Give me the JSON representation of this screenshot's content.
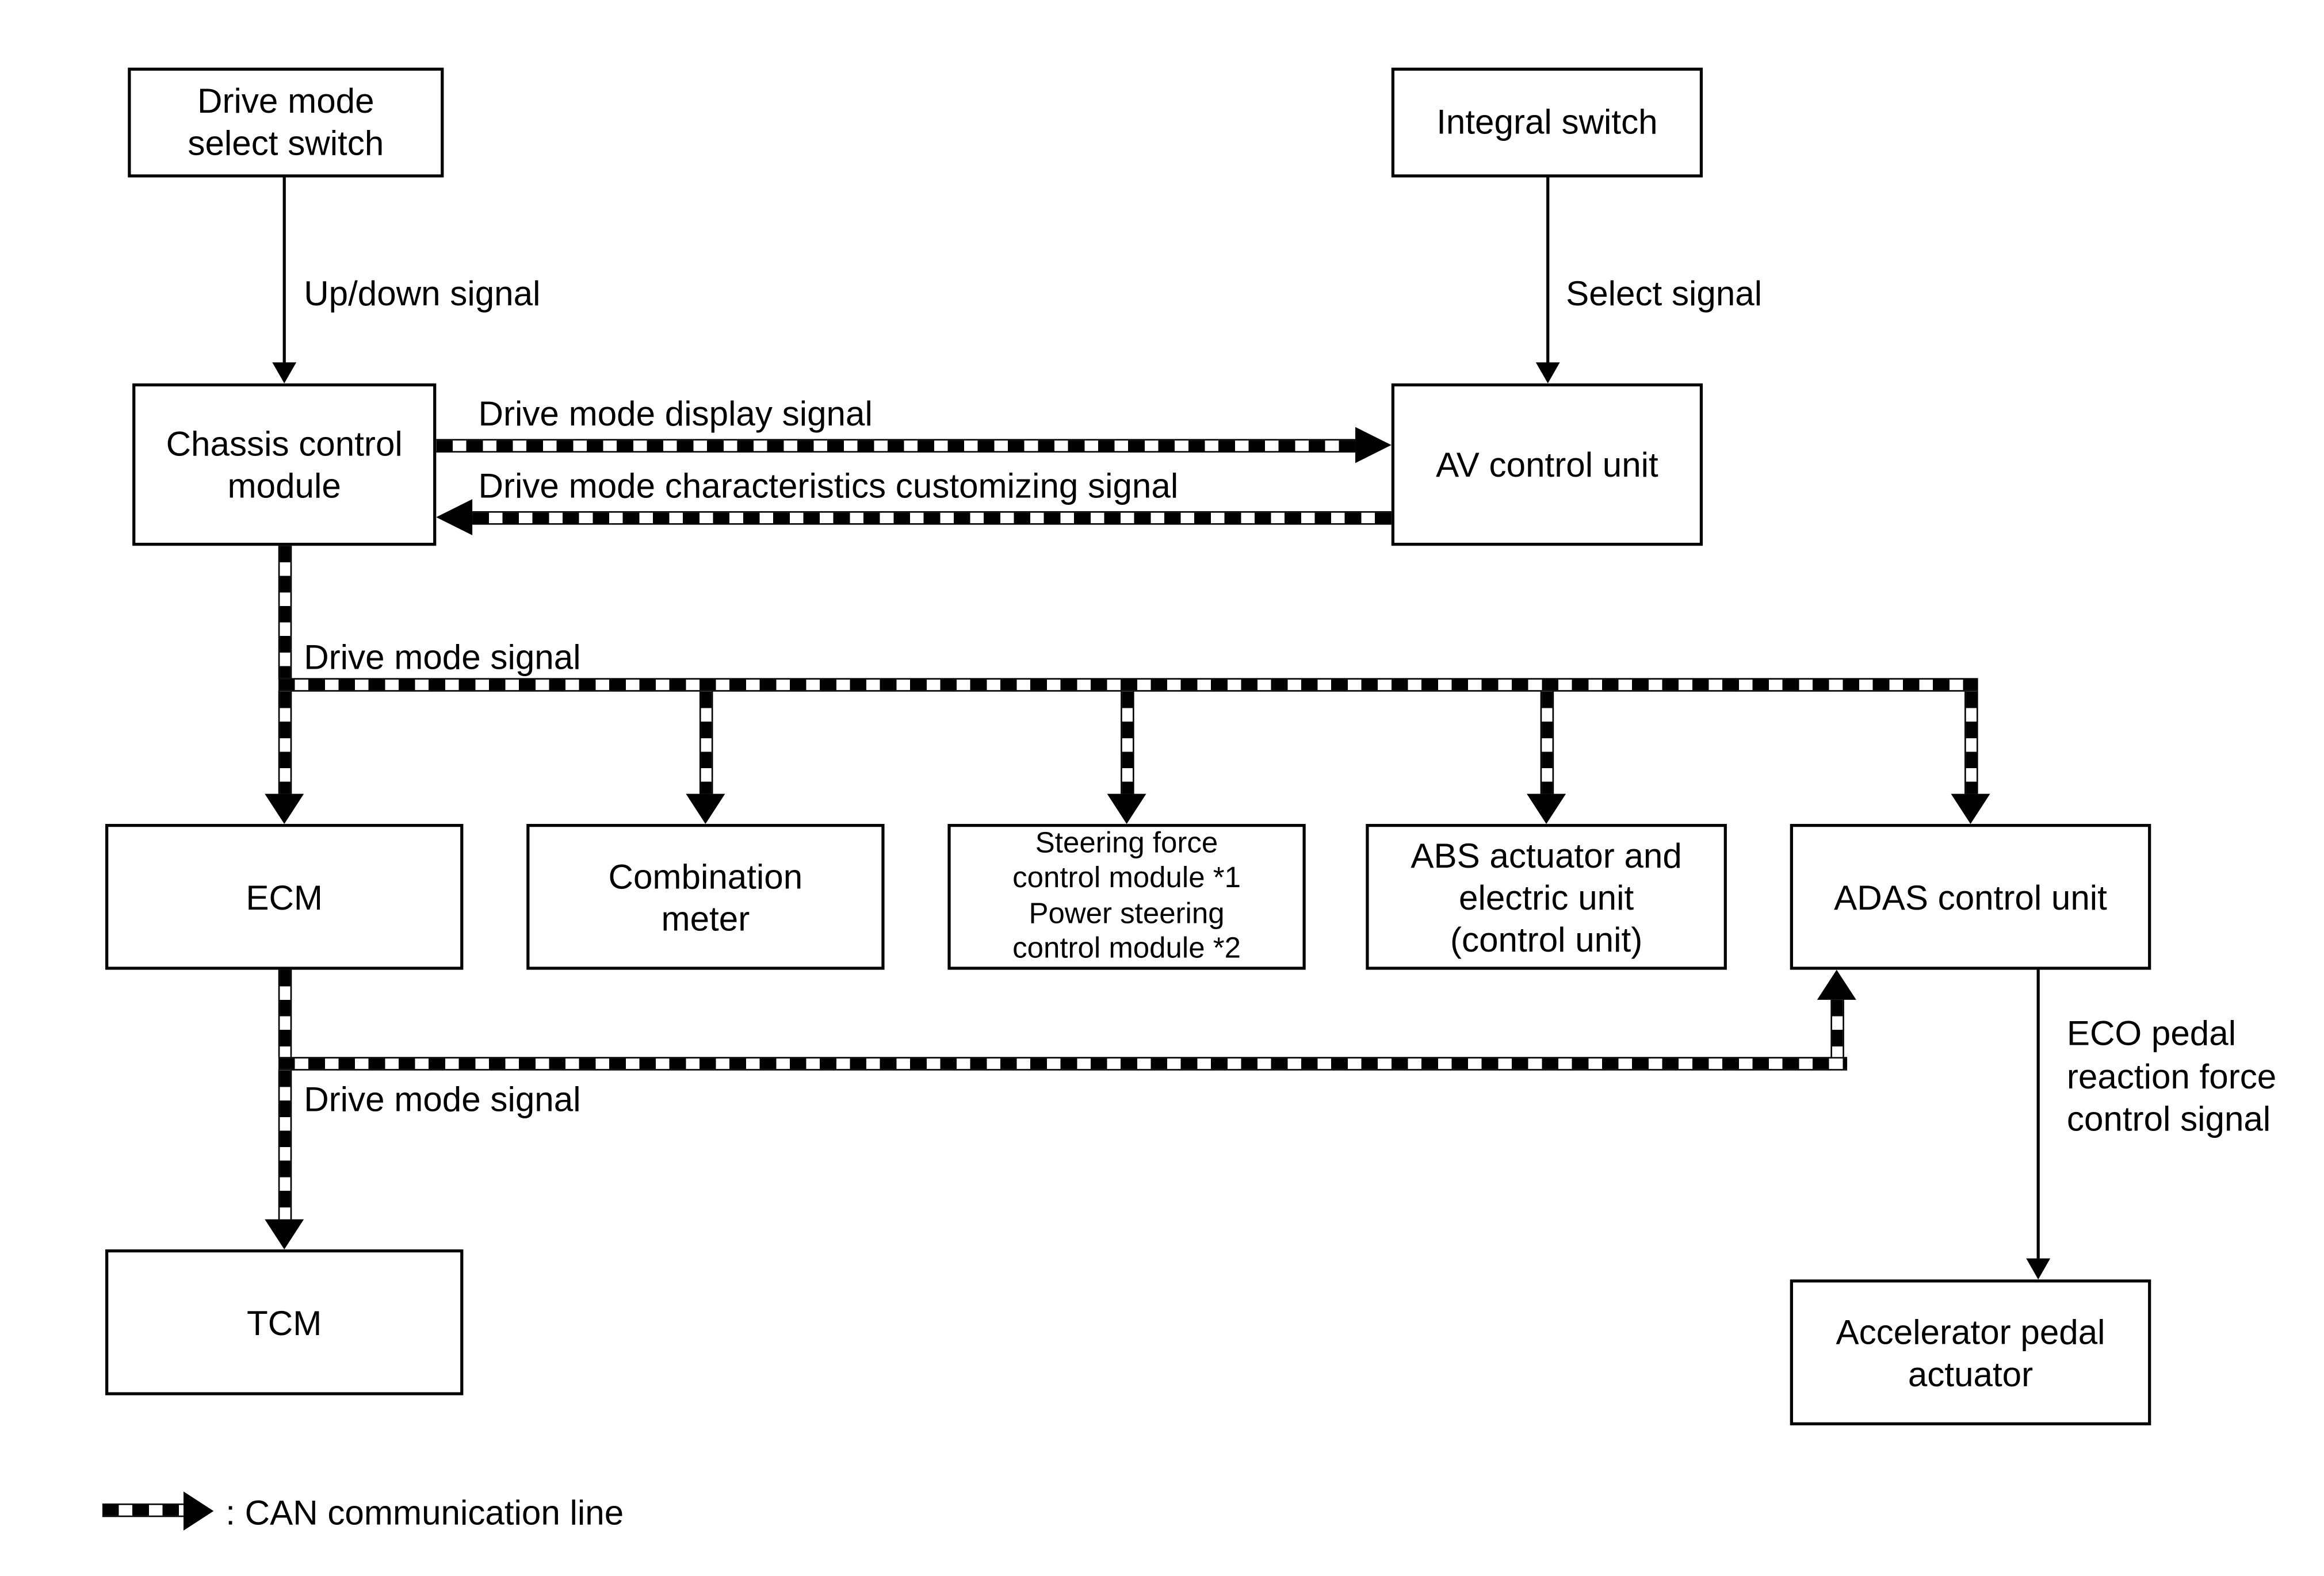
{
  "diagram": {
    "background_color": "#ffffff",
    "line_color": "#000000",
    "boxes": {
      "drive_mode_select_switch": "Drive mode\nselect switch",
      "integral_switch": "Integral switch",
      "chassis_control_module": "Chassis control\nmodule",
      "av_control_unit": "AV control unit",
      "ecm": "ECM",
      "combination_meter": "Combination\nmeter",
      "steering_power_steering": "Steering force\ncontrol module *1\nPower steering\ncontrol module *2",
      "abs_actuator": "ABS actuator and\nelectric unit\n(control unit)",
      "adas_control_unit": "ADAS control unit",
      "tcm": "TCM",
      "accelerator_pedal_actuator": "Accelerator pedal\nactuator"
    },
    "signals": {
      "up_down": "Up/down signal",
      "select": "Select signal",
      "drive_mode_display": "Drive mode display signal",
      "drive_mode_characteristics": "Drive mode characteristics customizing signal",
      "drive_mode_bus": "Drive mode signal",
      "drive_mode_ecm_branch": "Drive mode signal",
      "eco_pedal": "ECO pedal\nreaction force\ncontrol signal"
    },
    "legend": {
      "label": ": CAN communication line"
    }
  }
}
